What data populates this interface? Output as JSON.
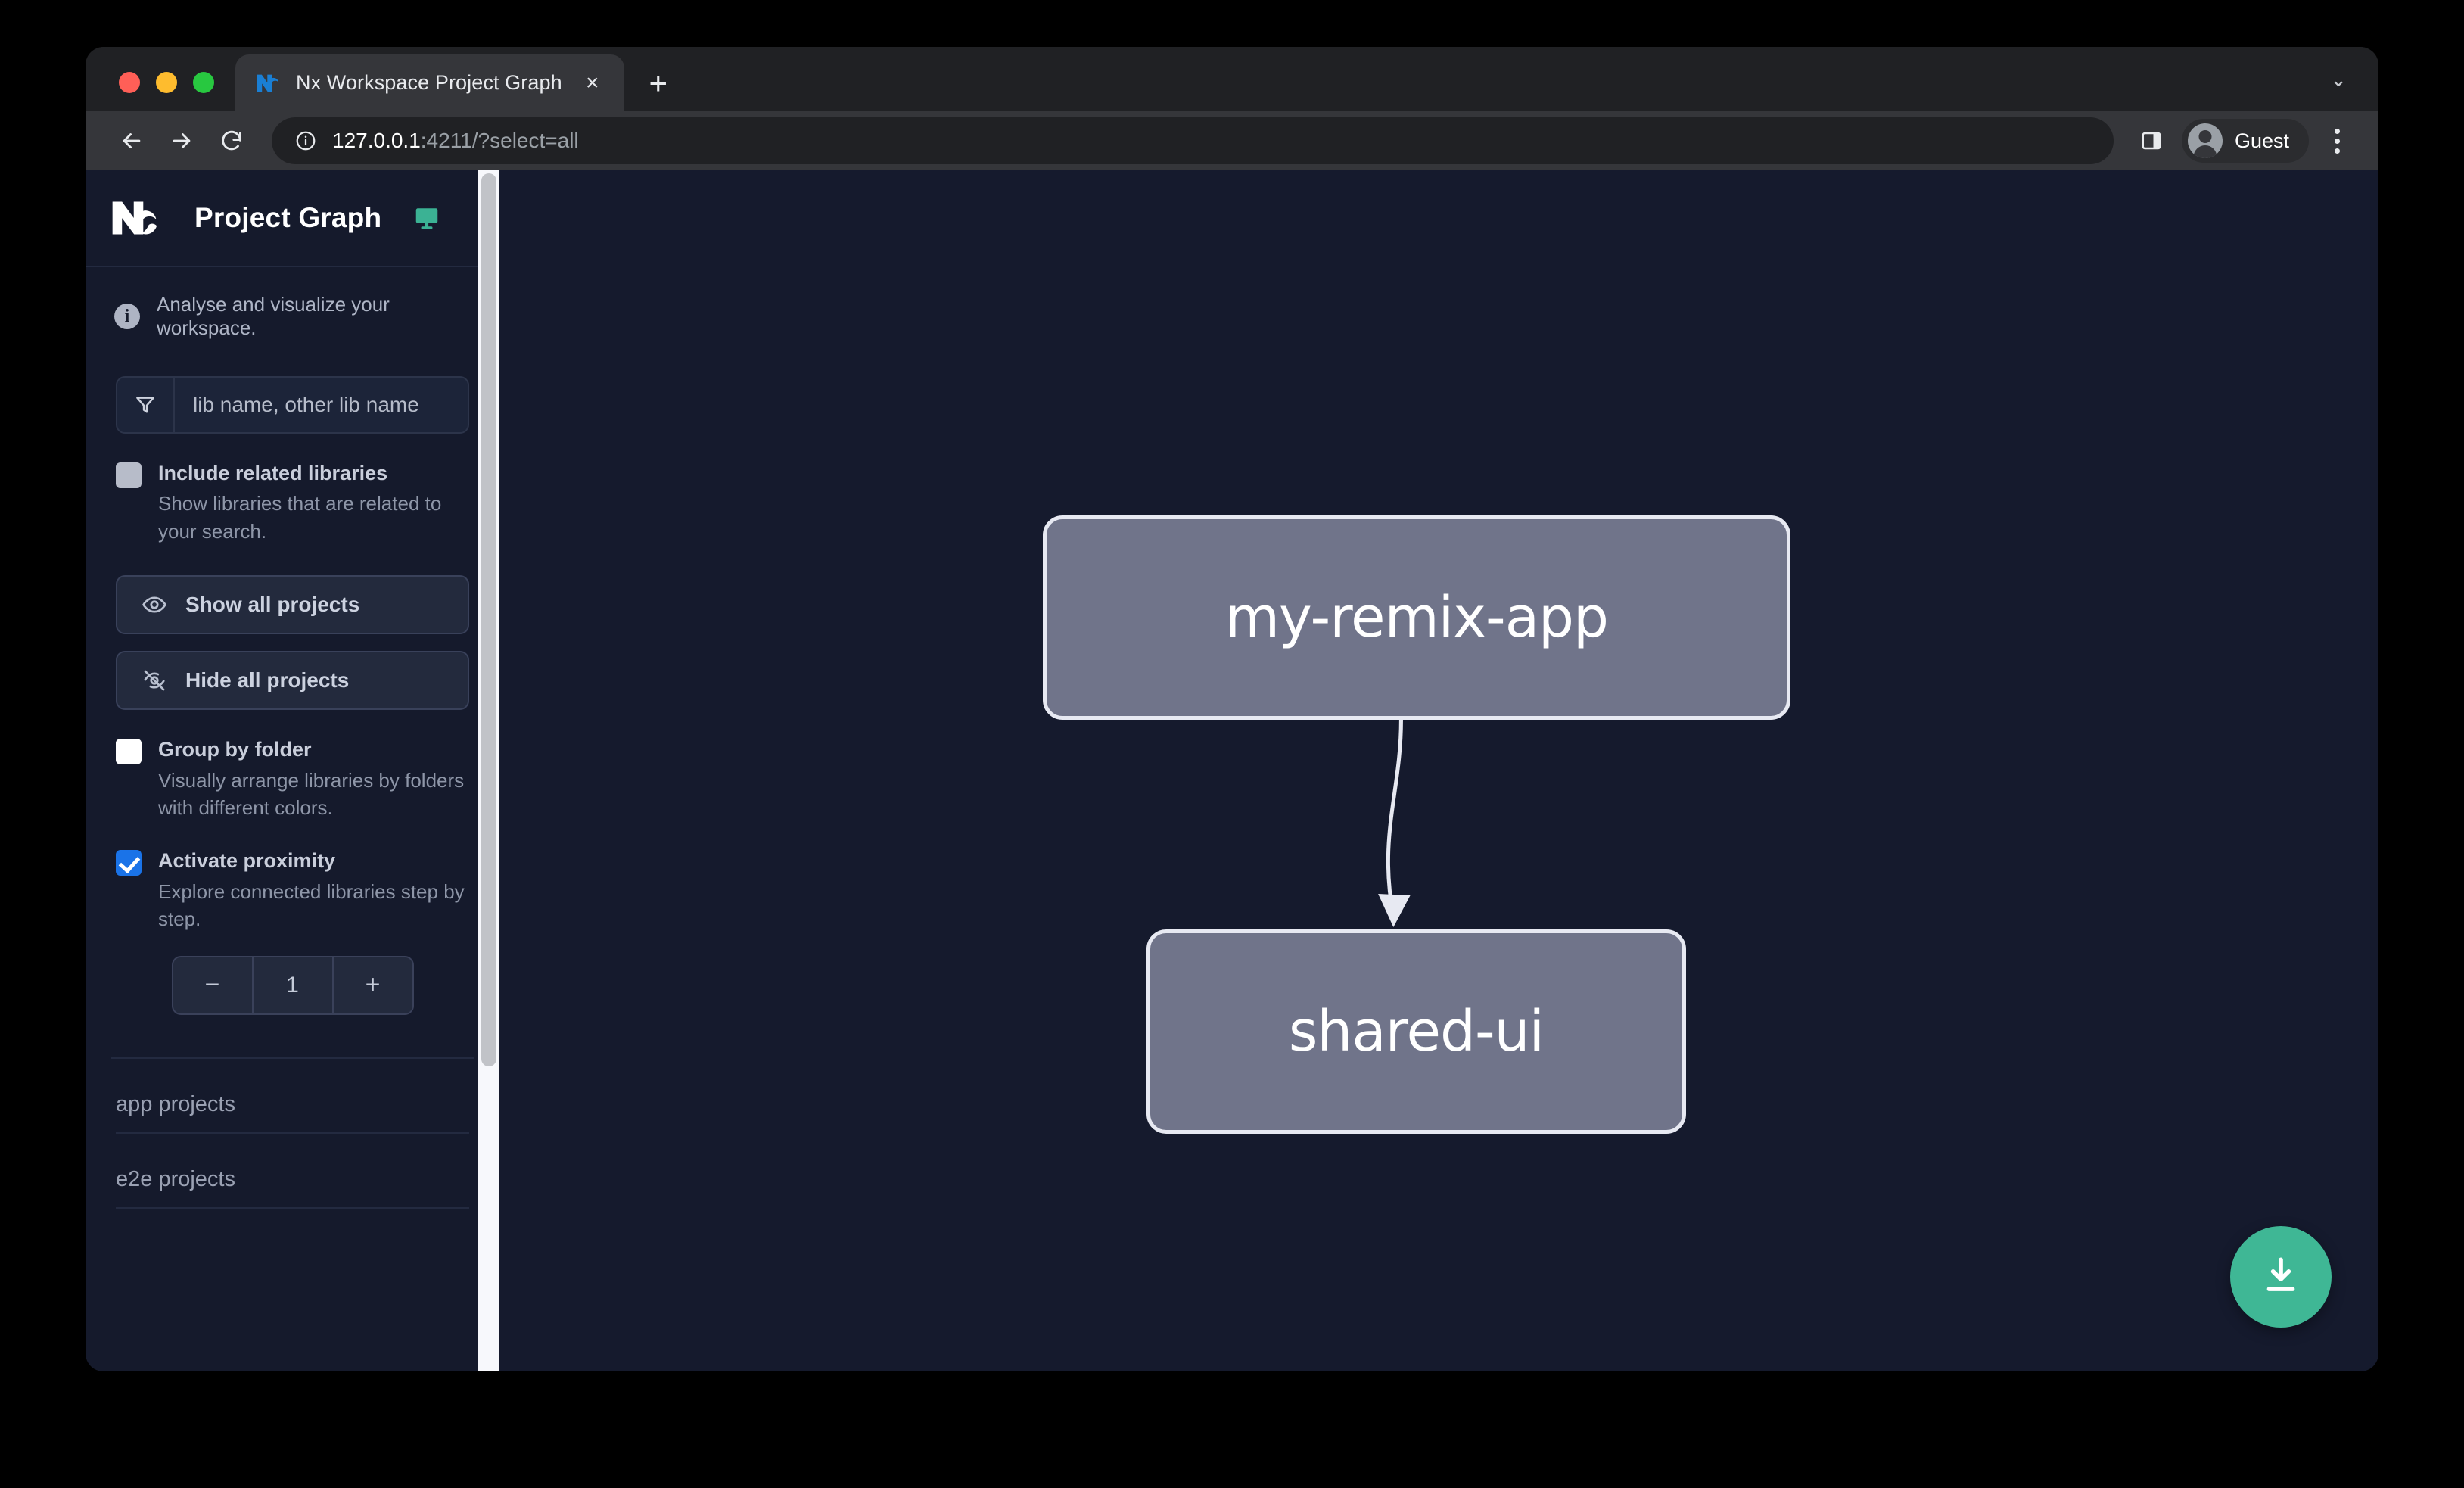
{
  "browser": {
    "tab": {
      "title": "Nx Workspace Project Graph",
      "favicon": "nx-logo-icon",
      "close": "×"
    },
    "new_tab_label": "+",
    "tabstrip_menu": "⌄",
    "toolbar": {
      "back": "back-arrow-icon",
      "forward": "forward-arrow-icon",
      "reload": "reload-icon",
      "site_info": "info-circle-icon",
      "url_host": "127.0.0.1",
      "url_path": ":4211/?select=all",
      "side_panel": "side-panel-icon",
      "profile_name": "Guest",
      "menu": "three-dot-menu-icon"
    }
  },
  "sidebar": {
    "logo": "nx-logo",
    "title": "Project Graph",
    "monitor_icon": "monitor-icon",
    "info_badge": "i",
    "info_text": "Analyse and visualize your workspace.",
    "search": {
      "icon": "filter-funnel-icon",
      "placeholder": "lib name, other lib name",
      "value": ""
    },
    "options": [
      {
        "id": "include-related-libraries",
        "label": "Include related libraries",
        "description": "Show libraries that are related to your search.",
        "checked": false,
        "box_style": "grey"
      },
      {
        "id": "group-by-folder",
        "label": "Group by folder",
        "description": "Visually arrange libraries by folders with different colors.",
        "checked": false,
        "box_style": "white"
      },
      {
        "id": "activate-proximity",
        "label": "Activate proximity",
        "description": "Explore connected libraries step by step.",
        "checked": true,
        "box_style": "blue"
      }
    ],
    "buttons": [
      {
        "id": "show-all-projects",
        "label": "Show all projects",
        "icon": "eye-icon"
      },
      {
        "id": "hide-all-projects",
        "label": "Hide all projects",
        "icon": "eye-off-icon"
      }
    ],
    "stepper": {
      "decrement": "−",
      "value": "1",
      "increment": "+"
    },
    "sections": [
      {
        "id": "app-projects",
        "title": "app projects"
      },
      {
        "id": "e2e-projects",
        "title": "e2e projects"
      }
    ]
  },
  "graph": {
    "nodes": [
      {
        "id": "my-remix-app",
        "label": "my-remix-app"
      },
      {
        "id": "shared-ui",
        "label": "shared-ui"
      }
    ],
    "edges": [
      {
        "from": "my-remix-app",
        "to": "shared-ui"
      }
    ],
    "download_button": {
      "icon": "download-icon",
      "color": "#3fb795"
    }
  },
  "colors": {
    "page_background": "#151a2d",
    "sidebar_background": "#151a2c",
    "node_fill": "#70748a",
    "node_border": "#e7e9f2",
    "accent_green": "#3fb795",
    "accent_blue": "#1a73e8"
  }
}
